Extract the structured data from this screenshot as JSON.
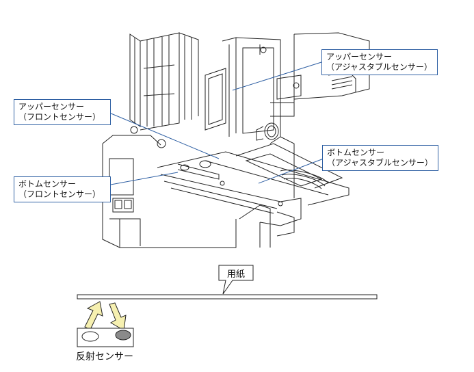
{
  "callouts": {
    "upper_adjustable": {
      "line1": "アッパーセンサー",
      "line2": "（アジャスタブルセンサー）"
    },
    "upper_front": {
      "line1": "アッパーセンサー",
      "line2": "（フロントセンサー）"
    },
    "bottom_adjustable": {
      "line1": "ボトムセンサー",
      "line2": "（アジャスタブルセンサー）"
    },
    "bottom_front": {
      "line1": "ボトムセンサー",
      "line2": "（フロントセンサー）"
    }
  },
  "paper_label": "用紙",
  "sensor_label": "反射センサー",
  "colors": {
    "callout_border": "#2e5fa3",
    "leader_line": "#2e5fa3",
    "arrow_fill": "#f6f0b0",
    "sensor_dark": "#8a8a8a"
  }
}
